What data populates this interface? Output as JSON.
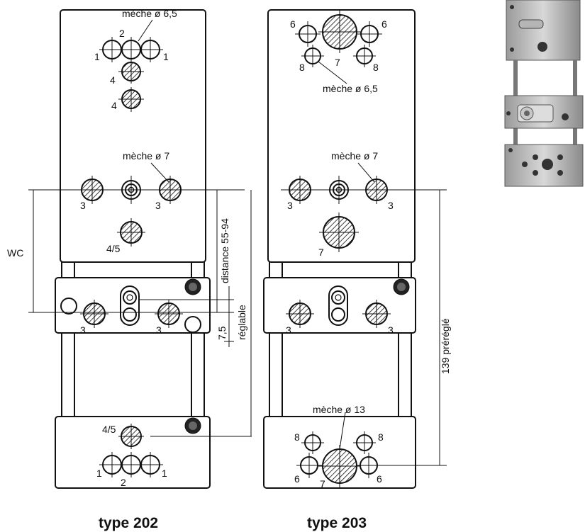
{
  "type202": {
    "title": "type 202",
    "drill_top": "mèche ø 6,5",
    "drill_mid": "mèche ø 7",
    "n1a": "1",
    "n1b": "1",
    "n2": "2",
    "n4a": "4",
    "n4b": "4",
    "n3a": "3",
    "n3b": "3",
    "n45a": "4/5",
    "n3c": "3",
    "n3d": "3",
    "n45b": "4/5",
    "n1c": "1",
    "n2b": "2",
    "n1d": "1",
    "wc": "WC",
    "distance": "distance 55-94",
    "adj_value": "7,5",
    "adj_label": "réglable"
  },
  "type203": {
    "title": "type 203",
    "drill_top": "mèche ø 6,5",
    "drill_mid": "mèche ø 7",
    "drill_bottom": "mèche ø 13",
    "n6a": "6",
    "n6b": "6",
    "n7a": "7",
    "n8a": "8",
    "n8b": "8",
    "n3a": "3",
    "n3b": "3",
    "n7b": "7",
    "n3c": "3",
    "n3d": "3",
    "n8c": "8",
    "n8d": "8",
    "n6c": "6",
    "n7c": "7",
    "n6d": "6",
    "preset": "139 préréglé"
  },
  "photo": {
    "icon": "lock-hardware-photo"
  }
}
